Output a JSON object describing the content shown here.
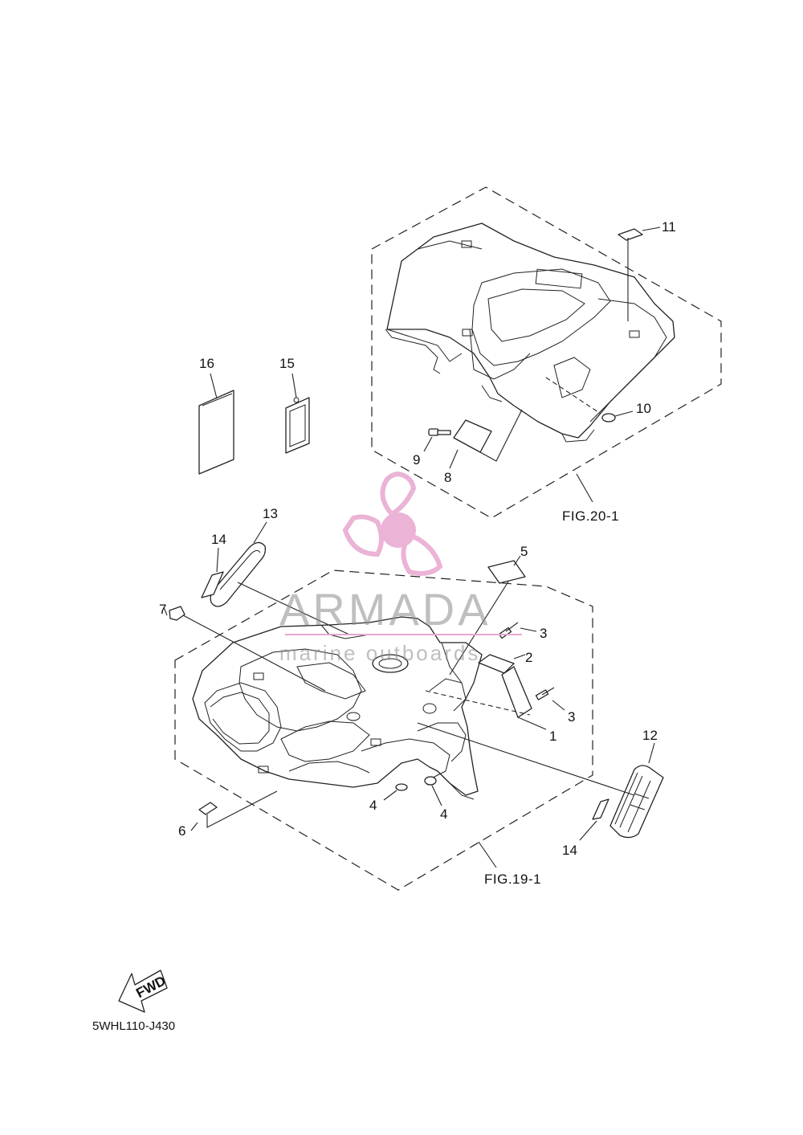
{
  "diagram": {
    "figure_refs": {
      "rear": "FIG.20-1",
      "front": "FIG.19-1"
    },
    "part_code": "5WHL110-J430",
    "fwd_label": "FWD",
    "callouts": [
      "1",
      "2",
      "3",
      "3",
      "4",
      "4",
      "5",
      "6",
      "7",
      "8",
      "9",
      "10",
      "11",
      "12",
      "13",
      "14",
      "14",
      "15",
      "16"
    ]
  },
  "watermark": {
    "brand": "ARMADA",
    "tagline": "marine outboards",
    "color": "#e8a6cf"
  },
  "colors": {
    "line": "#222222",
    "background": "#ffffff"
  }
}
